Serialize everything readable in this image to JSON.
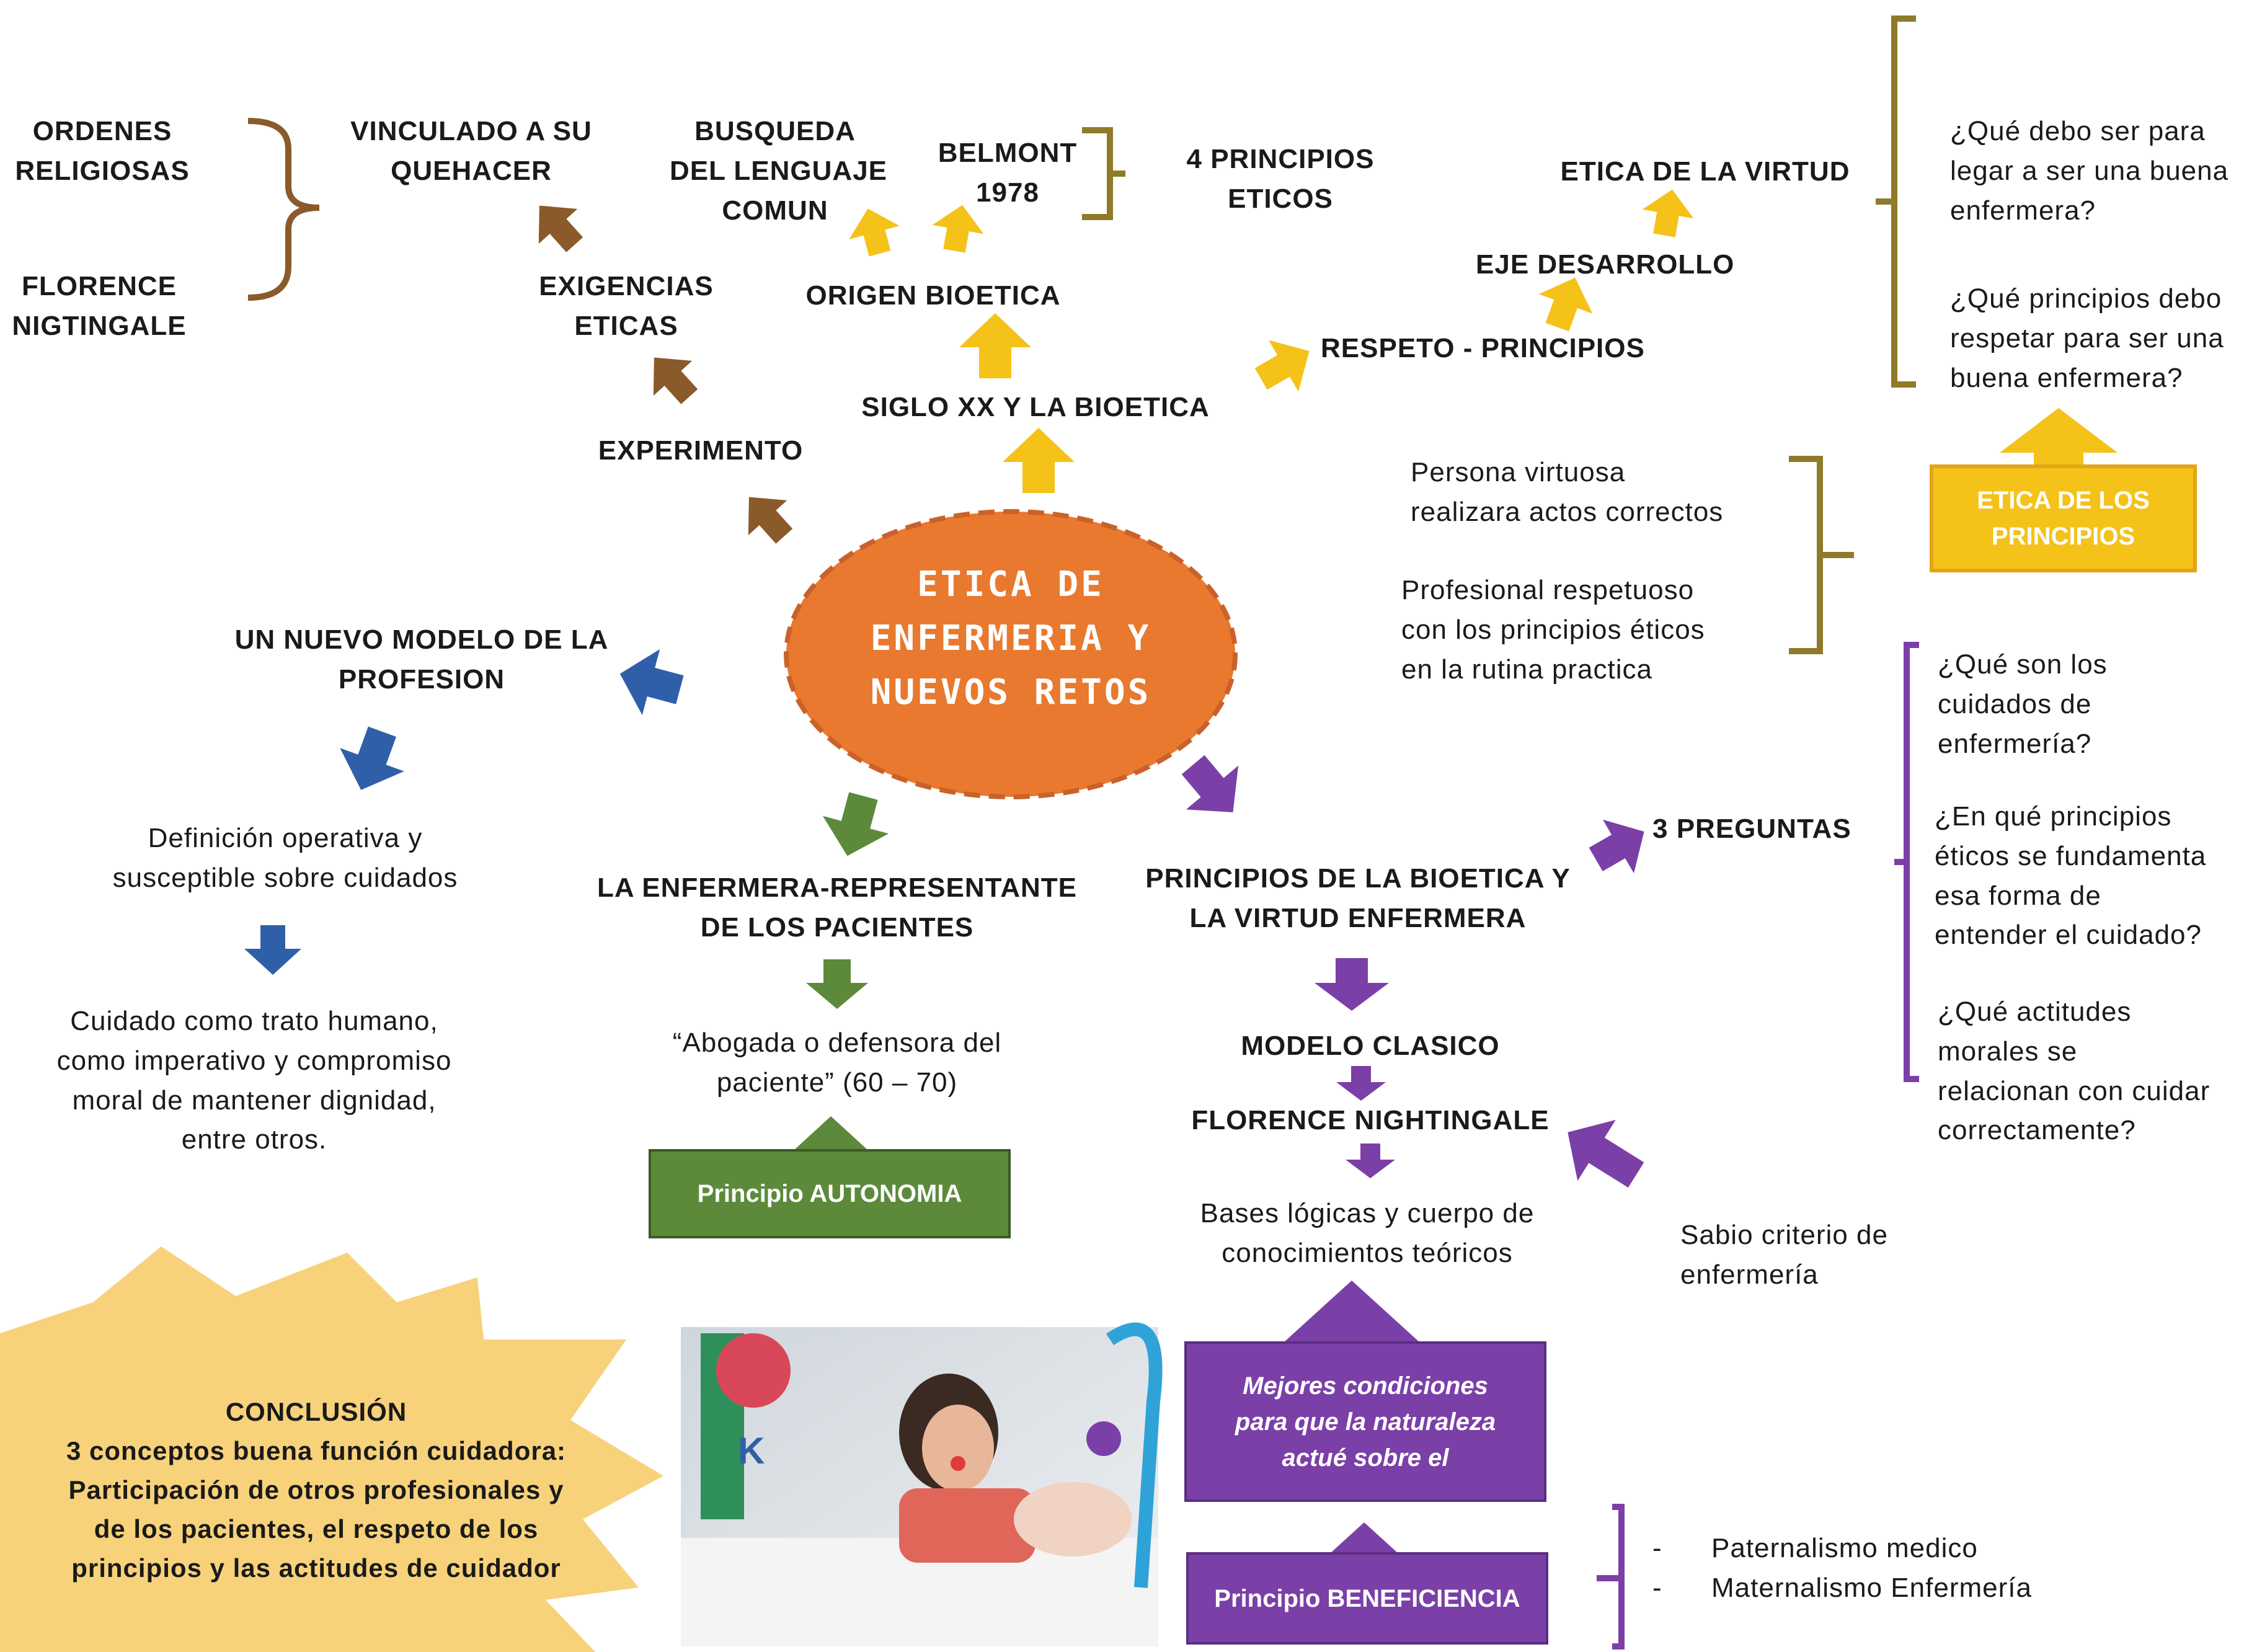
{
  "colors": {
    "brown": "#8a5a2b",
    "yellow": "#f5c21a",
    "orange": "#e8792e",
    "blue": "#2f5fa8",
    "green": "#5c8a3a",
    "purple": "#7b3fa8",
    "olive_bracket": "#8f7a2a",
    "burst": "#f7d27a"
  },
  "center": {
    "title_lines": [
      "ETICA DE",
      "ENFERMERIA Y",
      "NUEVOS RETOS"
    ]
  },
  "brown_branch": {
    "ordenes": [
      "ORDENES",
      "RELIGIOSAS"
    ],
    "florence": [
      "FLORENCE",
      "NIGTINGALE"
    ],
    "vinculado": [
      "VINCULADO A SU",
      "QUEHACER"
    ],
    "exigencias": [
      "EXIGENCIAS",
      "ETICAS"
    ],
    "experimento": "EXPERIMENTO"
  },
  "yellow_branch": {
    "busqueda": [
      "BUSQUEDA",
      "DEL LENGUAJE",
      "COMUN"
    ],
    "belmont": [
      "BELMONT",
      "1978"
    ],
    "principios4": [
      "4 PRINCIPIOS",
      "ETICOS"
    ],
    "origen": "ORIGEN BIOETICA",
    "siglo": "SIGLO XX Y LA BIOETICA",
    "respeto": "RESPETO - PRINCIPIOS",
    "eje": "EJE DESARROLLO",
    "virtud": "ETICA DE LA VIRTUD",
    "q1": [
      "¿Qué debo ser para",
      "legar a ser una buena",
      "enfermera?"
    ],
    "q2": [
      "¿Qué principios debo",
      "respetar para ser una",
      "buena enfermera?"
    ],
    "persona": [
      "Persona virtuosa",
      "realizara actos correctos"
    ],
    "profesional": [
      "Profesional respetuoso",
      "con los principios éticos",
      "en la rutina practica"
    ],
    "etica_principios": [
      "ETICA DE LOS",
      "PRINCIPIOS"
    ]
  },
  "blue_branch": {
    "modelo": [
      "UN NUEVO MODELO DE LA",
      "PROFESION"
    ],
    "definicion": [
      "Definición operativa y",
      "susceptible sobre cuidados"
    ],
    "cuidado": [
      "Cuidado como trato humano,",
      "como imperativo y compromiso",
      "moral de mantener dignidad,",
      "entre otros."
    ]
  },
  "green_branch": {
    "representante": [
      "LA ENFERMERA-REPRESENTANTE",
      "DE LOS PACIENTES"
    ],
    "abogada": [
      "“Abogada o defensora del",
      "paciente” (60 – 70)"
    ],
    "autonomia": "Principio AUTONOMIA"
  },
  "purple_branch": {
    "principios_bio": [
      "PRINCIPIOS DE LA BIOETICA Y",
      "LA VIRTUD ENFERMERA"
    ],
    "preguntas": "3 PREGUNTAS",
    "pq1": [
      "¿Qué son los",
      "cuidados de",
      "enfermería?"
    ],
    "pq2": [
      "¿En qué principios",
      "éticos se fundamenta",
      "esa forma de",
      "entender el cuidado?"
    ],
    "pq3": [
      "¿Qué actitudes",
      "morales se",
      "relacionan con cuidar",
      "correctamente?"
    ],
    "modelo_clasico": "MODELO CLASICO",
    "florence": "FLORENCE NIGHTINGALE",
    "bases": [
      "Bases lógicas y cuerpo de",
      "conocimientos teóricos"
    ],
    "sabio": [
      "Sabio criterio de",
      "enfermería"
    ],
    "mejores": [
      "Mejores condiciones",
      "para que la naturaleza",
      "actué sobre el"
    ],
    "beneficiencia": "Principio BENEFICIENCIA",
    "paternalismo": [
      "-",
      "Paternalismo medico"
    ],
    "maternalismo": [
      "-",
      "Maternalismo Enfermería"
    ]
  },
  "conclusion": {
    "title": "CONCLUSIÓN",
    "lines": [
      "3 conceptos buena función cuidadora:",
      "Participación de otros profesionales y",
      "de los pacientes, el respeto de los",
      "principios y las actitudes de cuidador"
    ]
  },
  "photo": {
    "icon": "hospital-clown-photo"
  }
}
